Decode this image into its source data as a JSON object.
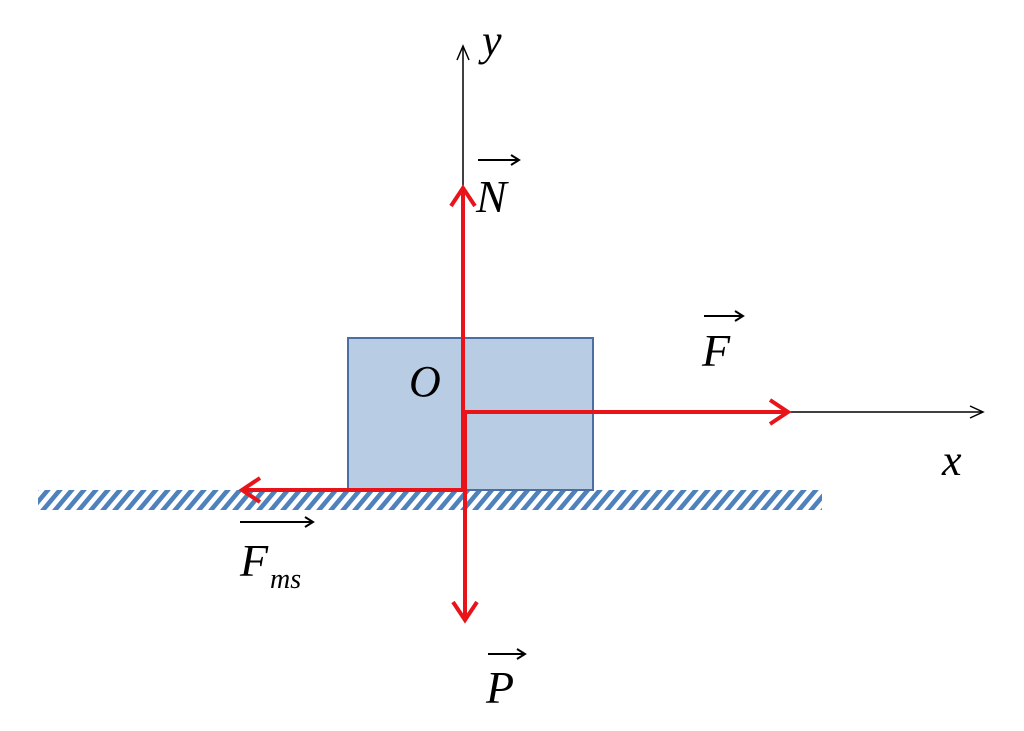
{
  "diagram": {
    "axes": {
      "x_label": "x",
      "y_label": "y"
    },
    "origin_label": "O",
    "forces": {
      "normal": {
        "symbol": "N"
      },
      "applied": {
        "symbol": "F"
      },
      "friction": {
        "symbol": "F",
        "subscript": "ms"
      },
      "weight": {
        "symbol": "P"
      }
    },
    "colors": {
      "force_arrow": "#e8141a",
      "block_fill": "#b8cce4",
      "block_stroke": "#4a6fa5",
      "ground_hatch": "#4f81bd",
      "axis": "#000000"
    }
  }
}
